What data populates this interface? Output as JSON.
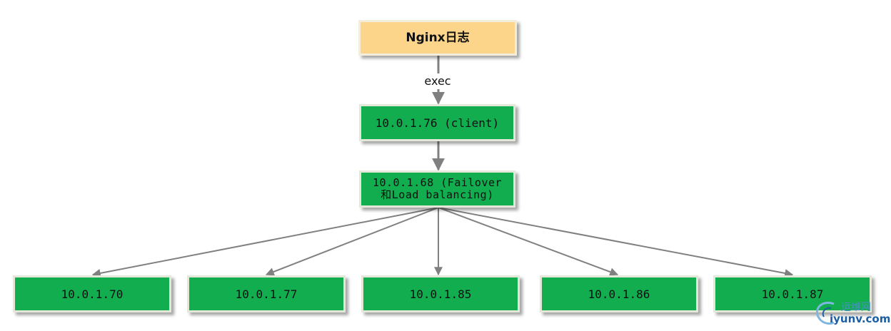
{
  "diagram": {
    "source": {
      "label": "Nginx日志"
    },
    "edge_label": "exec",
    "client": {
      "label": "10.0.1.76 (client)"
    },
    "balancer": {
      "label": "10.0.1.68 (Failover\n和Load balancing)"
    },
    "targets": [
      {
        "label": "10.0.1.70"
      },
      {
        "label": "10.0.1.77"
      },
      {
        "label": "10.0.1.85"
      },
      {
        "label": "10.0.1.86"
      },
      {
        "label": "10.0.1.87"
      }
    ]
  },
  "watermark": {
    "cn": "运维网",
    "url": "iyunv.com"
  },
  "colors": {
    "source_fill": "#fdd58a",
    "node_fill": "#11ad4e",
    "edge": "#808080",
    "watermark": "#1d5fa3"
  }
}
